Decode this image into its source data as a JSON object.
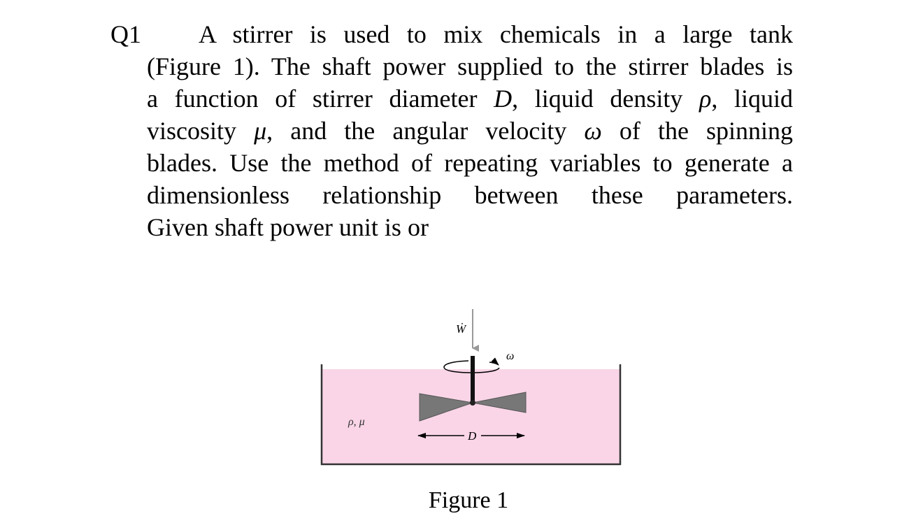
{
  "question": {
    "number": "Q1",
    "lines": [
      "A stirrer is used to mix chemicals in a large tank",
      "(Figure 1). The shaft power supplied to the stirrer blades is",
      "a function of stirrer diameter",
      "D",
      ", liquid density",
      "ρ",
      ", liquid",
      "viscosity",
      "μ",
      ", and the angular velocity",
      "ω",
      "of the spinning",
      "blades. Use the method of repeating variables to generate a",
      "dimensionless relationship between these parameters.",
      "Given shaft power unit is  or"
    ]
  },
  "figure": {
    "power_label": "Ẇ",
    "omega_label": "ω",
    "fluid_label": "ρ, μ",
    "diameter_label": "D",
    "caption": "Figure 1",
    "liquid_color": "#f9d5e7",
    "blade_color": "#777777"
  }
}
